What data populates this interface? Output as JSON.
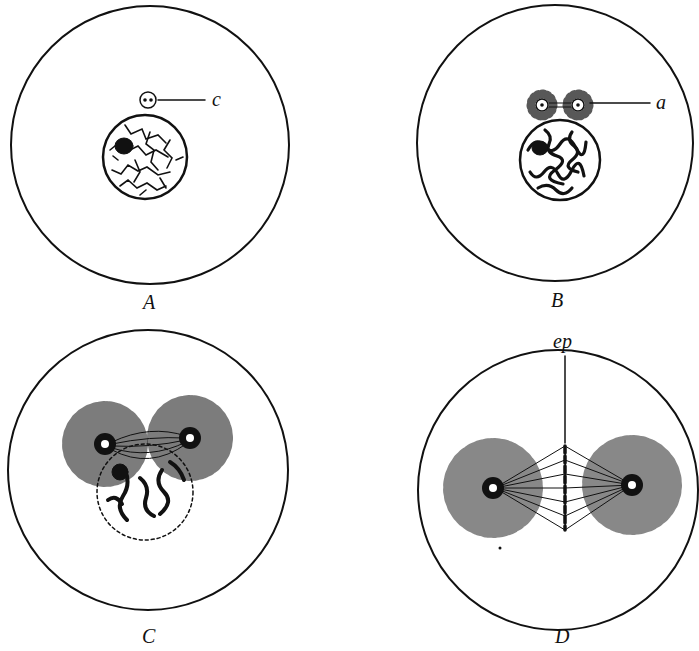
{
  "diagram": {
    "labels": [
      "c",
      "A",
      "a",
      "B",
      "C",
      "ep",
      "D"
    ]
  }
}
